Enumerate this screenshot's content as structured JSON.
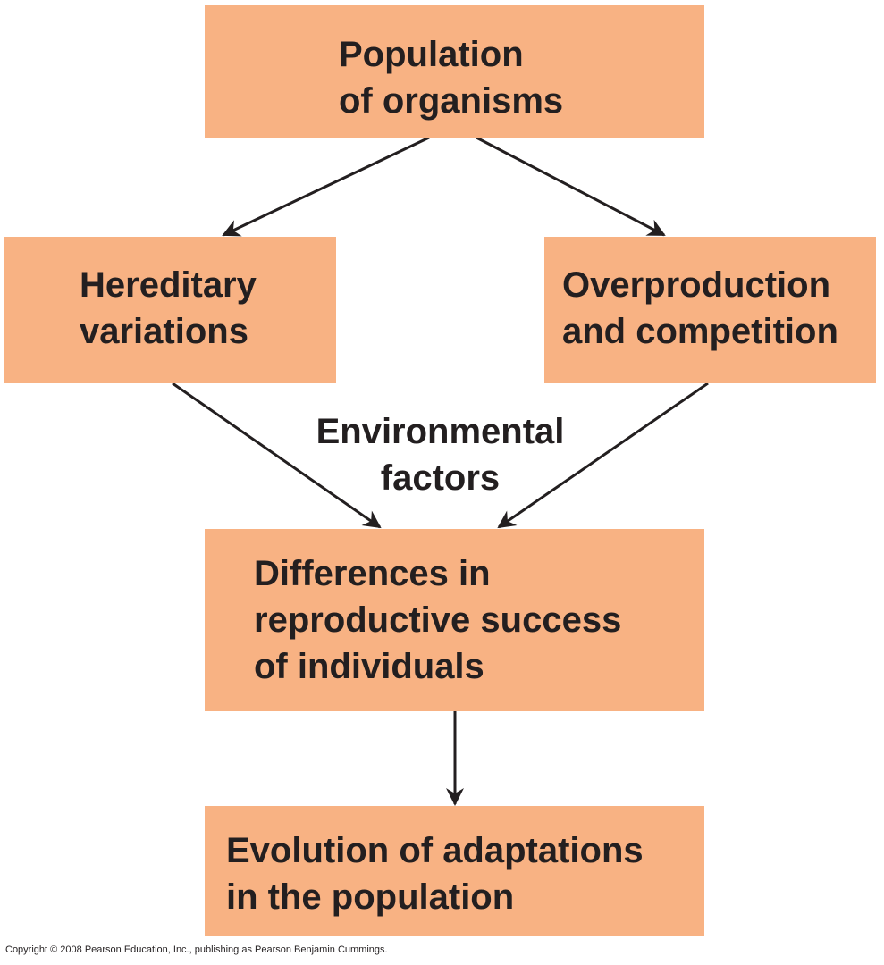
{
  "nodes": {
    "population": [
      "Population",
      "of organisms"
    ],
    "hereditary": [
      "Hereditary",
      "variations"
    ],
    "overproduction": [
      "Overproduction",
      "and competition"
    ],
    "differences": [
      "Differences in",
      "reproductive success",
      "of individuals"
    ],
    "evolution": [
      "Evolution of adaptations",
      "in the population"
    ]
  },
  "edge_label": [
    "Environmental",
    "factors"
  ],
  "copyright": "Copyright © 2008 Pearson Education, Inc., publishing as Pearson Benjamin Cummings.",
  "colors": {
    "box": "#F8B283",
    "text": "#231f20"
  }
}
